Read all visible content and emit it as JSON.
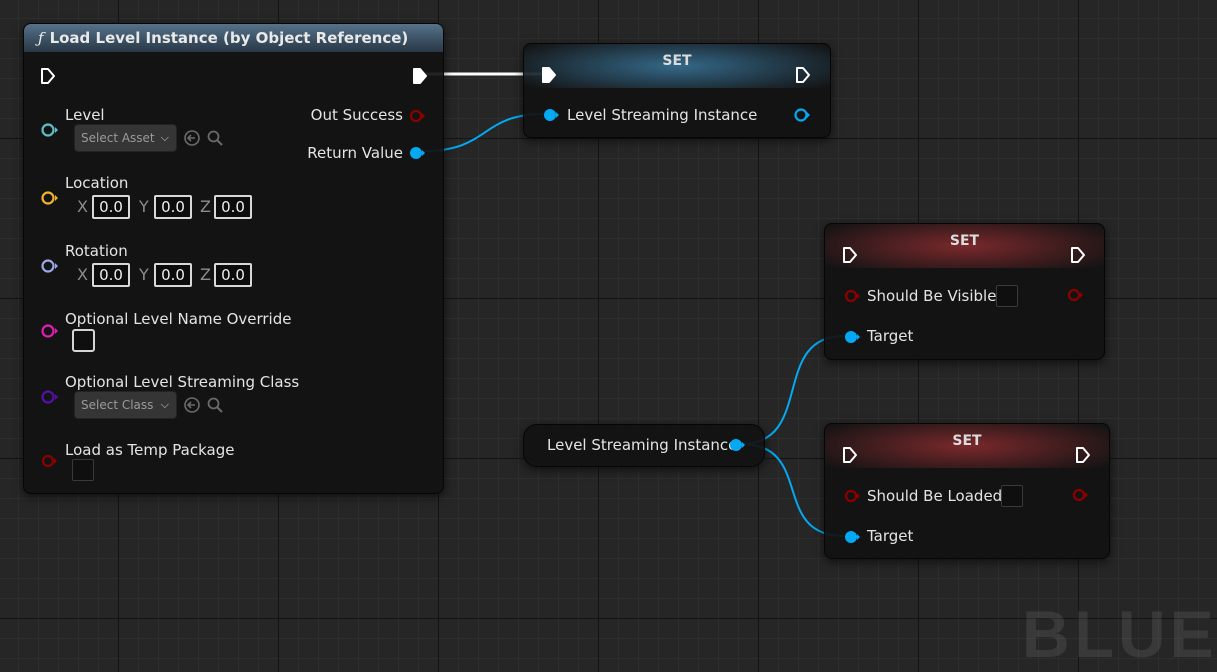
{
  "watermark": "BLUEPRINT",
  "colors": {
    "exec": "#ffffff",
    "object_pin": "#05a8f2",
    "bool_pin": "#8c0000",
    "soft_ref_pin": "#5ec0c6",
    "vector_pin": "#f0b42a",
    "rotator_pin": "#9aa8e6",
    "string_pin": "#e21eb6",
    "class_pin": "#5410a8",
    "func_header": "#3f566a",
    "set_header_blue": "#4696c8",
    "set_header_red": "#be373c",
    "grid_bg": "#262626"
  },
  "load_node": {
    "title": "Load Level Instance (by Object Reference)",
    "title_icon": "function-icon",
    "level": {
      "label": "Level",
      "placeholder": "Select Asset"
    },
    "location": {
      "label": "Location",
      "x": "0.0",
      "y": "0.0",
      "z": "0.0"
    },
    "rotation": {
      "label": "Rotation",
      "x": "0.0",
      "y": "0.0",
      "z": "0.0"
    },
    "name_override": {
      "label": "Optional Level Name Override",
      "value": ""
    },
    "streaming_class": {
      "label": "Optional Level Streaming Class",
      "placeholder": "Select Class"
    },
    "temp_package": {
      "label": "Load as Temp Package",
      "checked": false
    },
    "out_success": "Out Success",
    "return_value": "Return Value",
    "axis_labels": {
      "x": "X",
      "y": "Y",
      "z": "Z"
    }
  },
  "set_streaming": {
    "title": "SET",
    "pin_label": "Level Streaming Instance"
  },
  "get_streaming": {
    "label": "Level Streaming Instance"
  },
  "set_visible": {
    "title": "SET",
    "bool_label": "Should Be Visible",
    "bool_checked": false,
    "target_label": "Target"
  },
  "set_loaded": {
    "title": "SET",
    "bool_label": "Should Be Loaded",
    "bool_checked": false,
    "target_label": "Target"
  }
}
